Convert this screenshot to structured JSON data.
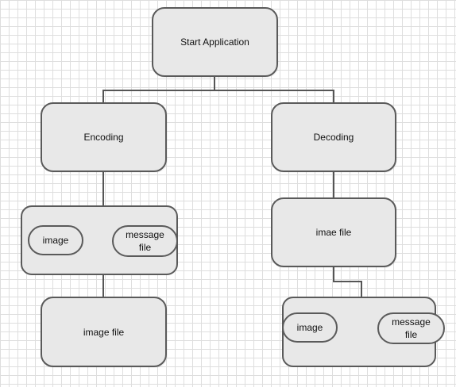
{
  "diagram": {
    "root": {
      "label": "Start Application"
    },
    "left": {
      "branch": {
        "label": "Encoding"
      },
      "group": {
        "image": "image",
        "message": "message\nfile"
      },
      "output": {
        "label": "image file"
      }
    },
    "right": {
      "branch": {
        "label": "Decoding"
      },
      "input": {
        "label": "imae file"
      },
      "group": {
        "image": "image",
        "message": "message\nfile"
      }
    }
  }
}
